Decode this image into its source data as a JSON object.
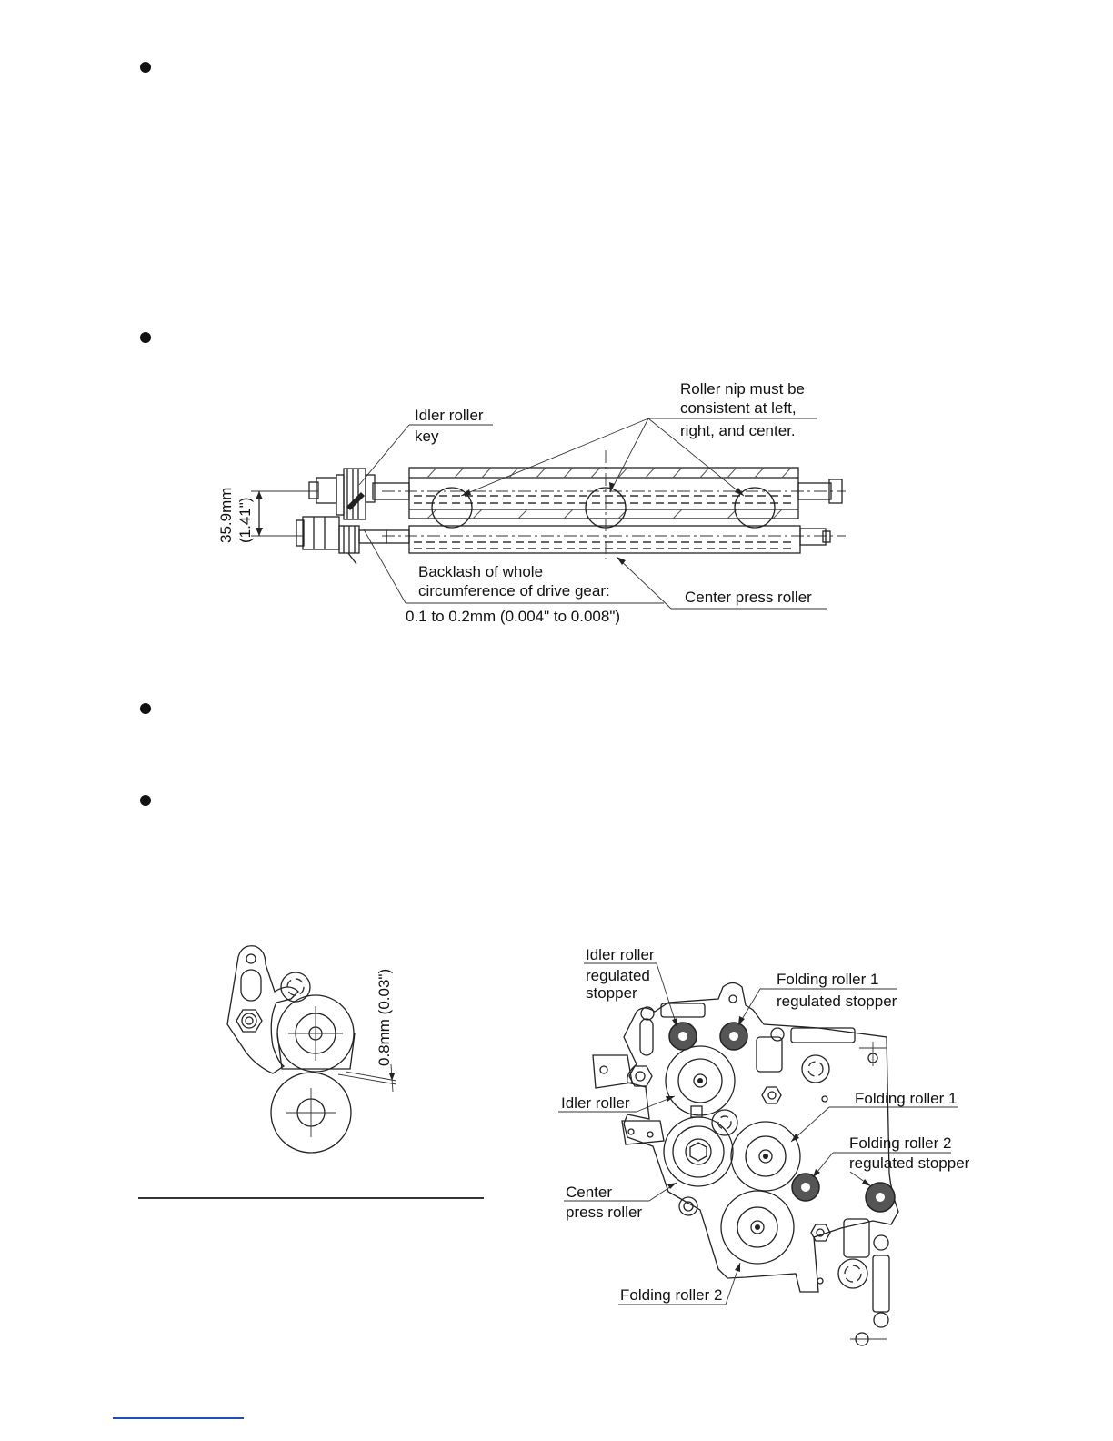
{
  "top_diagram": {
    "idler_roller_key": [
      "Idler roller",
      "key"
    ],
    "roller_nip": [
      "Roller nip must be",
      "consistent at left,",
      "right, and center."
    ],
    "distance_mm": "35.9mm",
    "distance_in": "(1.41\")",
    "backlash": [
      "Backlash of whole",
      "circumference of drive gear:",
      "0.1 to 0.2mm (0.004\" to 0.008\")"
    ],
    "center_press_roller": "Center press roller"
  },
  "left_diagram": {
    "gap": "0.8mm (0.03\")"
  },
  "right_diagram": {
    "idler_roller_stopper": [
      "Idler roller",
      "regulated",
      "stopper"
    ],
    "folding_roller_1_stopper": [
      "Folding roller 1",
      "regulated stopper"
    ],
    "idler_roller": "Idler roller",
    "folding_roller_1": "Folding roller 1",
    "folding_roller_2_stopper": [
      "Folding roller 2",
      "regulated stopper"
    ],
    "center_press_roller": [
      "Center",
      "press roller"
    ],
    "folding_roller_2": "Folding roller 2"
  }
}
